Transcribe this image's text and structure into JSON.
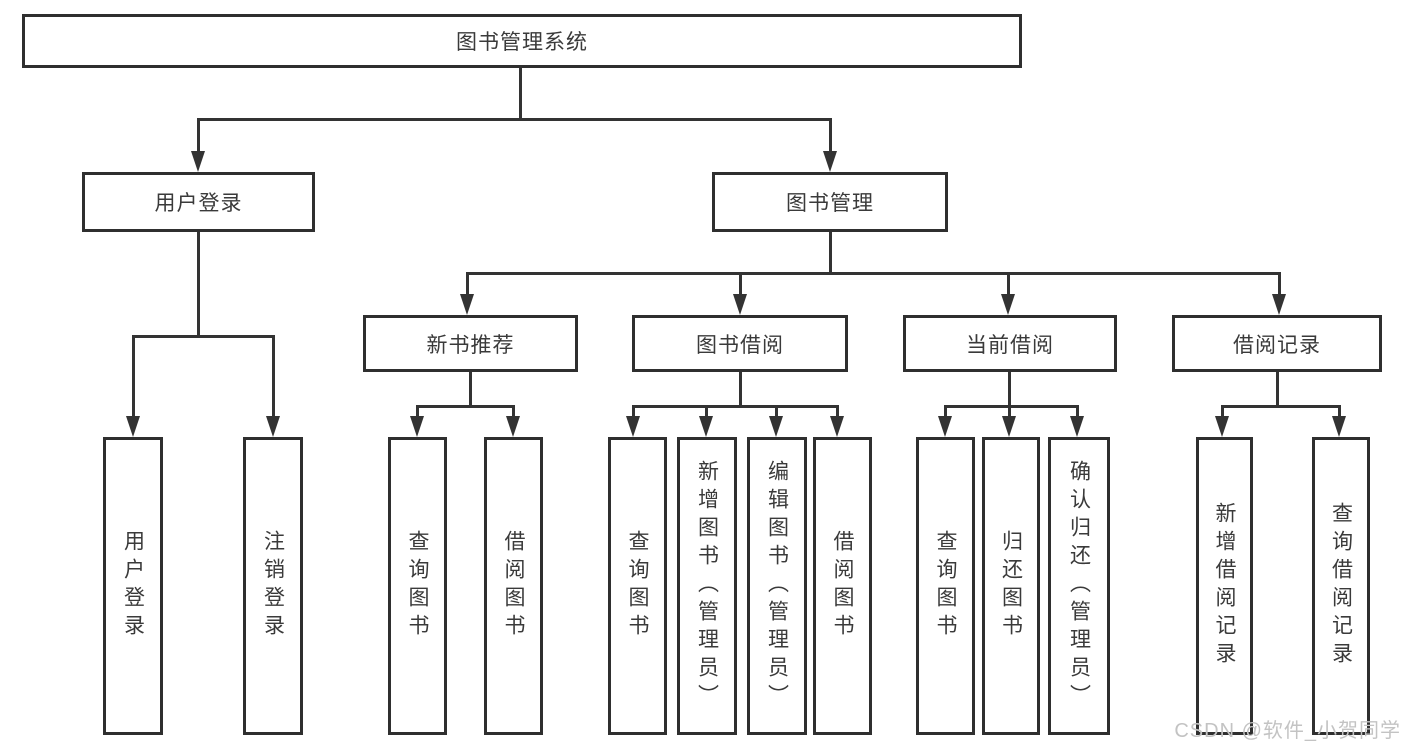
{
  "colors": {
    "background": "#ffffff",
    "box_border": "#2f2f2f",
    "line": "#333333",
    "text": "#3a3a3a",
    "watermark": "#c3c3c3"
  },
  "diagram": {
    "type": "hierarchy-tree",
    "root": {
      "label": "图书管理系统"
    },
    "level1": [
      {
        "id": "user-login",
        "label": "用户登录",
        "parent": "图书管理系统"
      },
      {
        "id": "book-management",
        "label": "图书管理",
        "parent": "图书管理系统"
      }
    ],
    "level2": [
      {
        "id": "new-book-recommend",
        "label": "新书推荐",
        "parent": "图书管理"
      },
      {
        "id": "book-borrowing",
        "label": "图书借阅",
        "parent": "图书管理"
      },
      {
        "id": "current-borrowing",
        "label": "当前借阅",
        "parent": "图书管理"
      },
      {
        "id": "borrowing-records",
        "label": "借阅记录",
        "parent": "图书管理"
      }
    ],
    "leaves": [
      {
        "id": "user-login-leaf",
        "label": "用户登录",
        "parent": "用户登录"
      },
      {
        "id": "logout",
        "label": "注销登录",
        "parent": "用户登录"
      },
      {
        "id": "query-books-recommend",
        "label": "查询图书",
        "parent": "新书推荐"
      },
      {
        "id": "borrow-books-recommend",
        "label": "借阅图书",
        "parent": "新书推荐"
      },
      {
        "id": "query-books-borrowing",
        "label": "查询图书",
        "parent": "图书借阅"
      },
      {
        "id": "add-books-admin",
        "label": "新增图书（管理员）",
        "parent": "图书借阅"
      },
      {
        "id": "edit-books-admin",
        "label": "编辑图书（管理员）",
        "parent": "图书借阅"
      },
      {
        "id": "borrow-books-borrowing",
        "label": "借阅图书",
        "parent": "图书借阅"
      },
      {
        "id": "query-books-current",
        "label": "查询图书",
        "parent": "当前借阅"
      },
      {
        "id": "return-books",
        "label": "归还图书",
        "parent": "当前借阅"
      },
      {
        "id": "confirm-return-admin",
        "label": "确认归还（管理员）",
        "parent": "当前借阅"
      },
      {
        "id": "add-borrow-record",
        "label": "新增借阅记录",
        "parent": "借阅记录"
      },
      {
        "id": "query-borrow-record",
        "label": "查询借阅记录",
        "parent": "借阅记录"
      }
    ]
  },
  "watermark": {
    "text": "CSDN @软件_小贺同学"
  }
}
